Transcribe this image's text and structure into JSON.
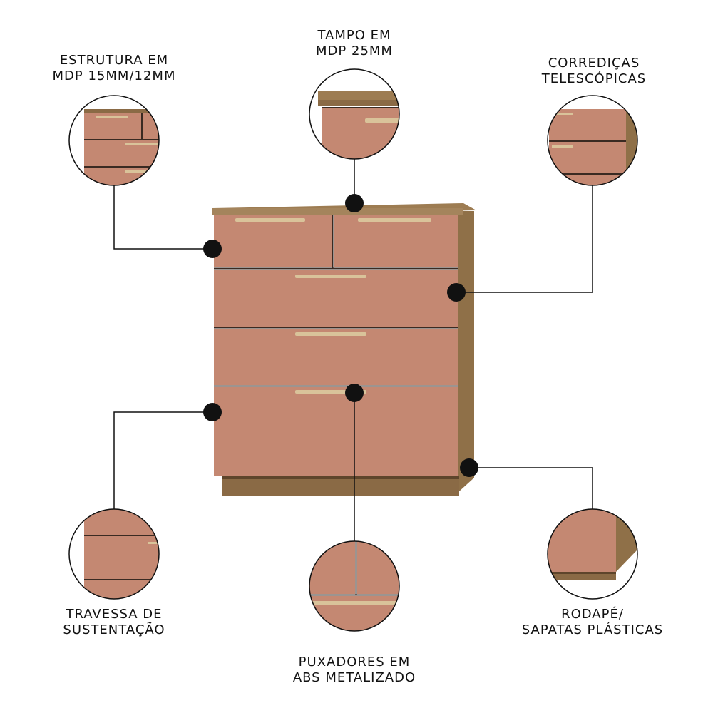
{
  "colors": {
    "drawer_front": "#c48872",
    "drawer_gap": "#3a2a22",
    "wood": "#8a6a45",
    "wood_light": "#a4845c",
    "handle": "#d9c39a",
    "ink": "#111111"
  },
  "callouts": {
    "estrutura": {
      "line1": "ESTRUTURA EM",
      "line2": "MDP 15MM/12MM"
    },
    "tampo": {
      "line1": "TAMPO EM",
      "line2": "MDP 25MM"
    },
    "corredicas": {
      "line1": "CORREDIÇAS",
      "line2": "TELESCÓPICAS"
    },
    "travessa": {
      "line1": "TRAVESSA DE",
      "line2": "SUSTENTAÇÃO"
    },
    "puxadores": {
      "line1": "PUXADORES EM",
      "line2": "ABS METALIZADO"
    },
    "rodape": {
      "line1": "RODAPÉ/",
      "line2": "SAPATAS PLÁSTICAS"
    }
  }
}
